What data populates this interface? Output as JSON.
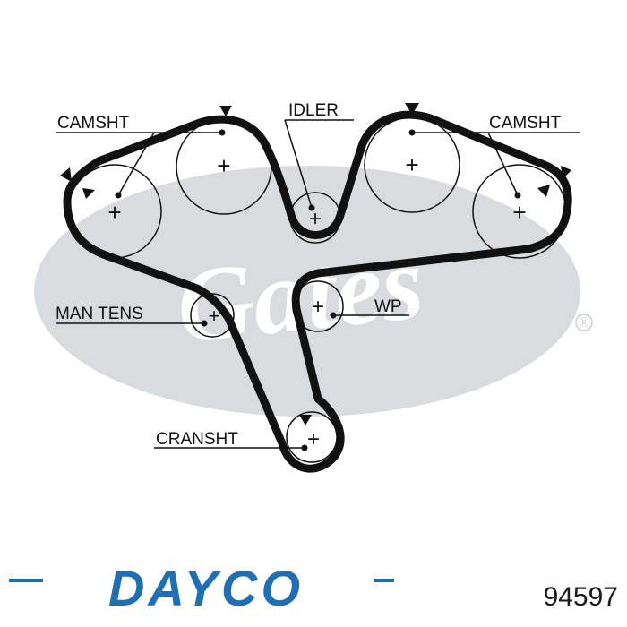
{
  "watermark": {
    "text": "Gates",
    "registered_symbol": "®",
    "fill_color": "#d9dcde"
  },
  "diagram": {
    "labels": {
      "camshaft_left": "CAMSHT",
      "idler": "IDLER",
      "camshaft_right": "CAMSHT",
      "man_tens": "MAN TENS",
      "water_pump": "WP",
      "crankshaft": "CRANSHT"
    },
    "belt_color": "#111111"
  },
  "brand": {
    "name": "DAYCO",
    "color": "#1f6fb5"
  },
  "part_number": "94597"
}
